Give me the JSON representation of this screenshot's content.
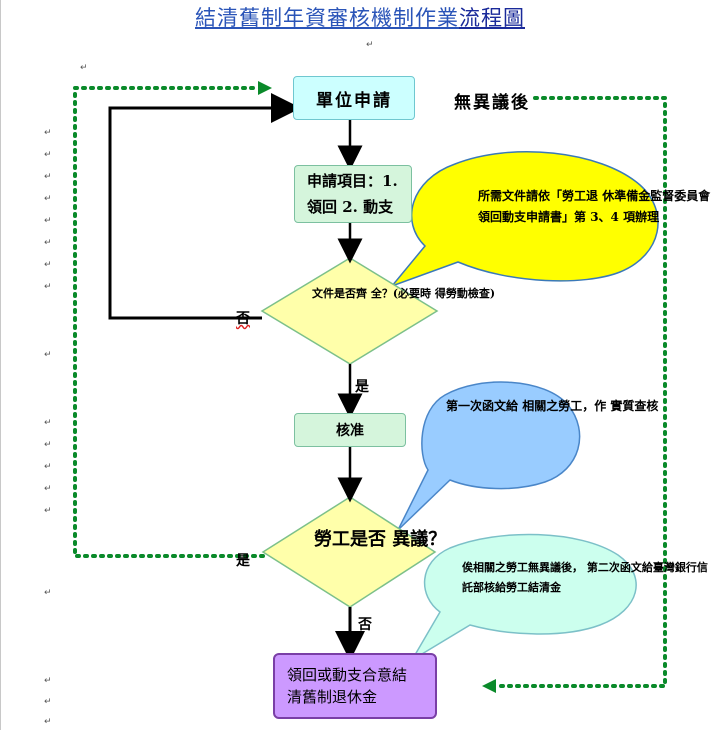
{
  "title_part1": "結清舊制年資審核機制作業",
  "title_part2": "流程圖",
  "nodes": {
    "apply": "單位申請",
    "items_line1": "申請項目：1.",
    "items_line2": "領回 2. 動支",
    "check_line1": "文件是否齊",
    "check_line2": "全？(必要時",
    "check_line3": "得勞動檢查)",
    "approve": "核准",
    "objection_line1": "勞工是否",
    "objection_line2": "異議？",
    "final_line1": "領回或動支合意結",
    "final_line2": "清舊制退休金"
  },
  "bubbles": {
    "docs_line1": "所需文件請依「勞工退",
    "docs_line2": "休準備金監督委員會",
    "docs_line3": "領回動支申請書」第",
    "docs_line4": "3、4 項辦理",
    "first_line1": "第一次函文給",
    "first_line2": "相關之勞工，作",
    "first_line3": "實質查核",
    "second_line1": "俟相關之勞工無異議後，",
    "second_line2": "第二次函文給臺灣銀行信",
    "second_line3": "託部核給勞工結清金"
  },
  "labels": {
    "no_1": "否",
    "yes_1": "是",
    "yes_2": "是",
    "no_2": "否",
    "after_no_objection": "無異議後"
  },
  "colors": {
    "title": "#2a54b8",
    "cyan_box": "#ccffff",
    "green_box": "#d5f5dc",
    "diamond": "#ffffaa",
    "purple_box": "#cc99ff",
    "yellow_bubble": "#ffff00",
    "blue_bubble": "#99ccff",
    "cyan_bubble": "#ccffee",
    "dotted_line": "#0a8a2a"
  }
}
